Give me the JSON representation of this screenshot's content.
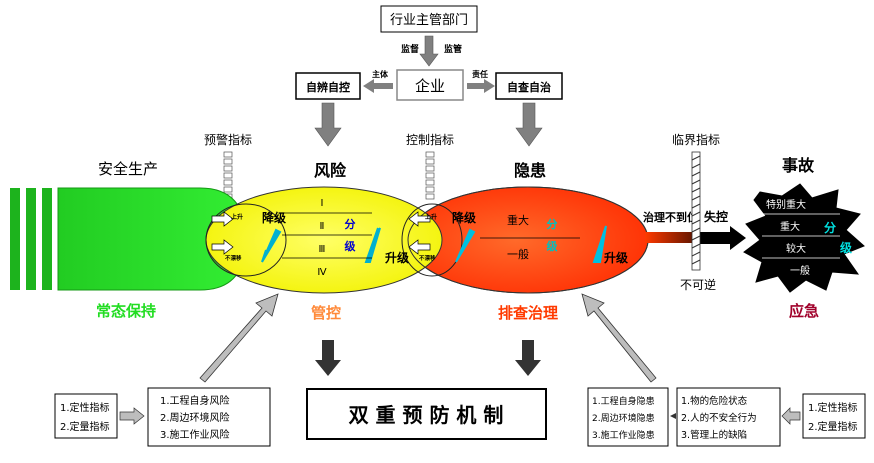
{
  "top": {
    "authority": "行业主管部门",
    "supervise_left": "监督",
    "supervise_right": "监管",
    "enterprise": "企业",
    "self_identify": "自辨自控",
    "self_check": "自查自治",
    "subject": "主体",
    "responsibility": "责任"
  },
  "labels": {
    "safe_production": "安全生产",
    "risk": "风险",
    "hazard": "隐患",
    "accident": "事故",
    "warning_indicator": "预警指标",
    "control_indicator": "控制指标",
    "critical_indicator": "临界指标",
    "normal": "常态保持",
    "control": "管控",
    "investigate": "排查治理",
    "emergency": "应急",
    "irreversible": "不可逆",
    "out_of_control": "失控",
    "treatment_incomplete": "治理不到位",
    "downgrade_1": "降级",
    "upgrade_1": "升级",
    "downgrade_2": "降级",
    "upgrade_2": "升级",
    "rise_small_1": "上升",
    "no_transfer_1": "不漂移",
    "rise_small_2": "上升",
    "no_transfer_2": "不漂移"
  },
  "risk_levels": [
    "Ⅰ",
    "Ⅱ",
    "Ⅲ",
    "Ⅳ"
  ],
  "risk_grade": {
    "a": "分",
    "b": "级"
  },
  "hazard_levels": {
    "major": "重大",
    "general": "一般"
  },
  "hazard_grade": {
    "a": "分",
    "b": "级"
  },
  "accident_levels": [
    "特别重大",
    "重大",
    "较大",
    "一般"
  ],
  "accident_grade": {
    "a": "分",
    "b": "级"
  },
  "bottom": {
    "title": "双 重 预 防 机 制",
    "left_indicators": [
      "1.定性指标",
      "2.定量指标"
    ],
    "risk_sources": [
      "1.工程自身风险",
      "2.周边环境风险",
      "3.施工作业风险"
    ],
    "hazard_sources": [
      "1.工程自身隐患",
      "2.周边环境隐患",
      "3.施工作业隐患"
    ],
    "states": [
      "1.物的危险状态",
      "2.人的不安全行为",
      "3.管理上的缺陷"
    ],
    "right_indicators": [
      "1.定性指标",
      "2.定量指标"
    ]
  },
  "colors": {
    "green": "#1db31d",
    "bright_green": "#22dd22",
    "yellow": "#ffff00",
    "orange_red": "#ff3a00",
    "gray": "#808080",
    "teal": "#00c0c0",
    "blue": "#0000d0",
    "crimson": "#a0002a",
    "orange_text": "#ff8a3a"
  }
}
